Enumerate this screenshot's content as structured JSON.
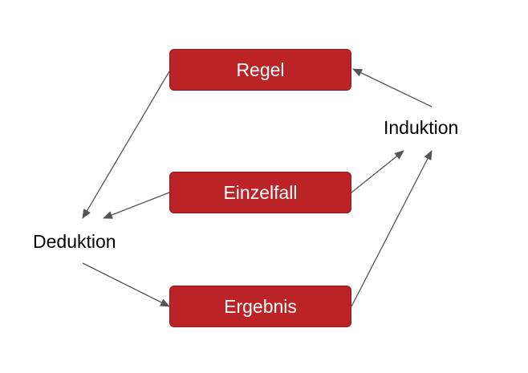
{
  "nodes": {
    "regel": "Regel",
    "einzelfall": "Einzelfall",
    "ergebnis": "Ergebnis"
  },
  "labels": {
    "deduktion": "Deduktion",
    "induktion": "Induktion"
  },
  "colors": {
    "box_fill": "#bb2326",
    "box_text": "#ffffff",
    "arrow": "#555555"
  }
}
